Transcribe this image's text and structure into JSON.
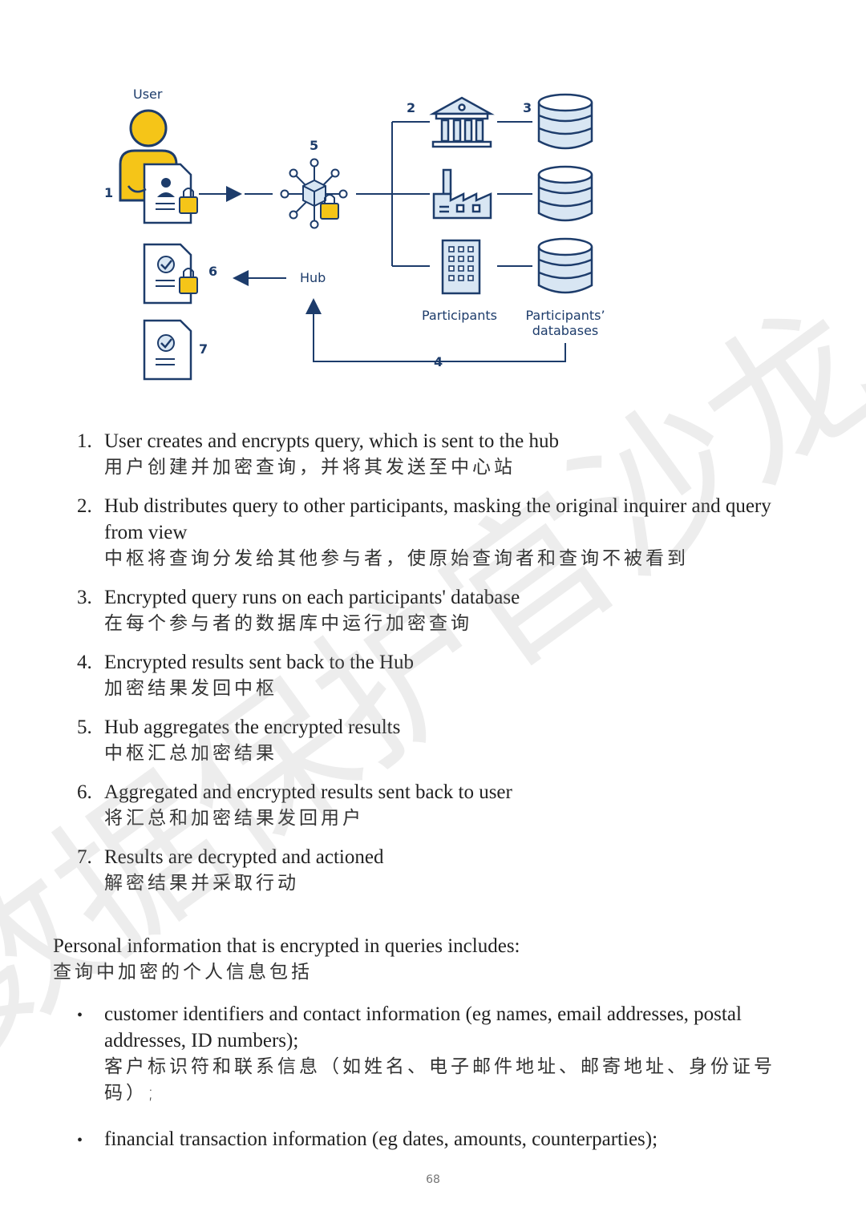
{
  "diagram": {
    "user_label": "User",
    "hub_label": "Hub",
    "participants_label": "Participants",
    "databases_label_line1": "Participants’",
    "databases_label_line2": "databases",
    "num1": "1",
    "num2": "2",
    "num3": "3",
    "num4": "4",
    "num5": "5",
    "num6": "6",
    "num7": "7",
    "colors": {
      "navy": "#1d3c6b",
      "yellow": "#f5c518",
      "light_blue": "#d8e6f3"
    },
    "icons": [
      "user-icon",
      "encrypted-document-icon",
      "hub-network-icon",
      "bank-icon",
      "factory-icon",
      "office-building-icon",
      "database-icon",
      "lock-icon",
      "checked-document-icon"
    ]
  },
  "steps": [
    {
      "num": "1.",
      "en": "User creates and encrypts query, which is sent to the hub",
      "zh": "用户创建并加密查询，并将其发送至中心站"
    },
    {
      "num": "2.",
      "en": "Hub distributes query to other participants, masking the original inquirer and query from view",
      "zh": "中枢将查询分发给其他参与者，使原始查询者和查询不被看到"
    },
    {
      "num": "3.",
      "en": "Encrypted query runs on each participants' database",
      "zh": "在每个参与者的数据库中运行加密查询"
    },
    {
      "num": "4.",
      "en": "Encrypted results sent back to the Hub",
      "zh": "加密结果发回中枢"
    },
    {
      "num": "5.",
      "en": "Hub aggregates the encrypted results",
      "zh": "中枢汇总加密结果"
    },
    {
      "num": "6.",
      "en": "Aggregated and encrypted results sent back to user",
      "zh": "将汇总和加密结果发回用户"
    },
    {
      "num": "7.",
      "en": "Results are decrypted and actioned",
      "zh": "解密结果并采取行动"
    }
  ],
  "intro": {
    "en": "Personal information that is encrypted in queries includes:",
    "zh": "查询中加密的个人信息包括"
  },
  "bullets": [
    {
      "en": "customer identifiers and contact information (eg names, email addresses, postal addresses, ID numbers);",
      "zh": "客户标识符和联系信息（如姓名、电子邮件地址、邮寄地址、身份证号码）;"
    },
    {
      "en": "financial transaction information (eg dates, amounts, counterparties);",
      "zh": ""
    }
  ],
  "page_number": "68",
  "watermark_text": "数据保护官沙龙"
}
